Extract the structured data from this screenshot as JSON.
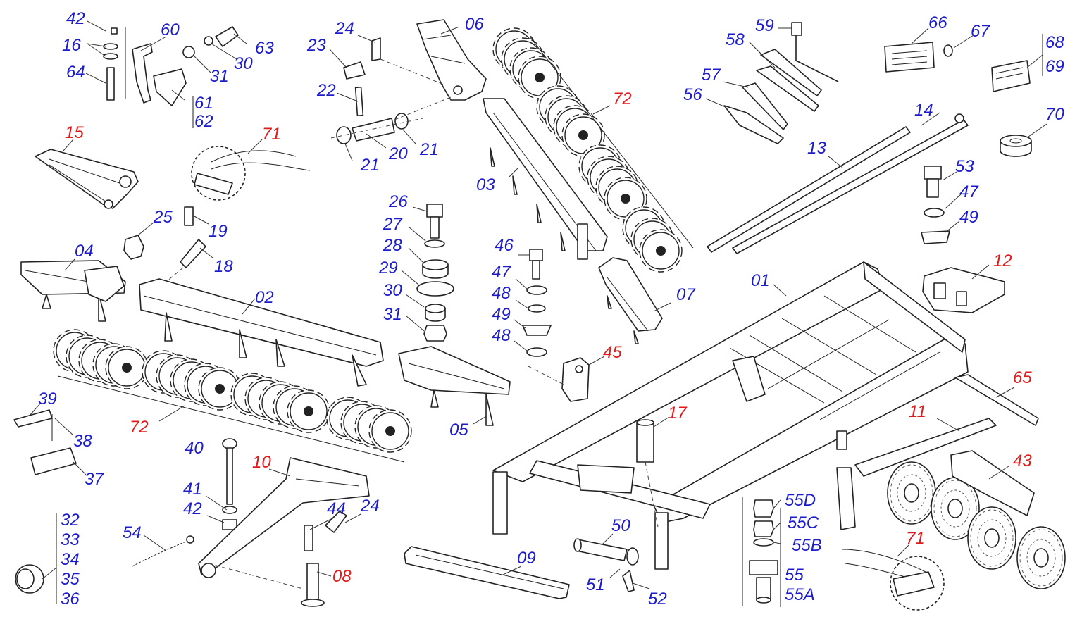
{
  "colors": {
    "part_number_blue": "#1c1ccc",
    "assembly_number_red": "#e01b1b",
    "line": "#222222",
    "background": "#ffffff"
  },
  "labels": {
    "n42a": "42",
    "n16": "16",
    "n64": "64",
    "n60": "60",
    "n31a": "31",
    "n30a": "30",
    "n63": "63",
    "n61": "61",
    "n62": "62",
    "n24a": "24",
    "n23": "23",
    "n06": "06",
    "n22": "22",
    "n20": "20",
    "n21a": "21",
    "n21b": "21",
    "n72a": "72",
    "n03": "03",
    "n59": "59",
    "n58": "58",
    "n57": "57",
    "n56": "56",
    "n66": "66",
    "n67": "67",
    "n68": "68",
    "n69": "69",
    "n14": "14",
    "n13": "13",
    "n70": "70",
    "n15": "15",
    "n71a": "71",
    "n25": "25",
    "n19": "19",
    "n18": "18",
    "n04": "04",
    "n02": "02",
    "n26": "26",
    "n27": "27",
    "n28": "28",
    "n29": "29",
    "n30b": "30",
    "n31b": "31",
    "n46": "46",
    "n47a": "47",
    "n48a": "48",
    "n49a": "49",
    "n48b": "48",
    "n45": "45",
    "n53": "53",
    "n47b": "47",
    "n49b": "49",
    "n12": "12",
    "n01": "01",
    "n07": "07",
    "n05": "05",
    "n72b": "72",
    "n39": "39",
    "n38": "38",
    "n37": "37",
    "n40": "40",
    "n10": "10",
    "n41": "41",
    "n42b": "42",
    "n44": "44",
    "n24b": "24",
    "n54": "54",
    "n08": "08",
    "n09": "09",
    "n50": "50",
    "n51": "51",
    "n52": "52",
    "n17": "17",
    "n65": "65",
    "n11": "11",
    "n43": "43",
    "n71b": "71",
    "n55D": "55D",
    "n55C": "55C",
    "n55B": "55B",
    "n55": "55",
    "n55A": "55A",
    "n32": "32",
    "n33": "33",
    "n34": "34",
    "n35": "35",
    "n36": "36"
  }
}
